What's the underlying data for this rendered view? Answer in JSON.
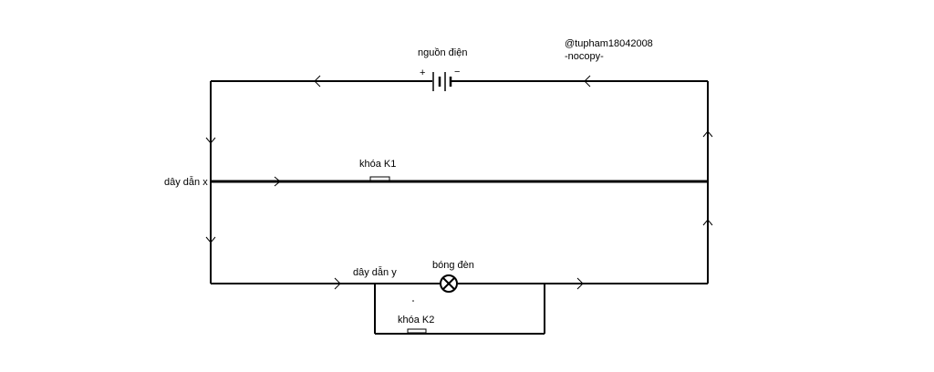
{
  "labels": {
    "source": "nguồn điện",
    "plus": "+",
    "minus": "−",
    "watermark_line1": "@tupham18042008",
    "watermark_line2": "-nocopy-",
    "switch_k1": "khóa K1",
    "wire_x": "dây dẫn x",
    "wire_y": "dây dẫn y",
    "bulb": "bóng đèn",
    "switch_k2": "khóa K2"
  },
  "colors": {
    "line": "#000000",
    "background": "#ffffff"
  },
  "icons": {
    "battery": "battery-icon",
    "bulb": "lamp-cross-icon",
    "switch": "switch-icon",
    "arrow": "chevron-arrow-icon"
  }
}
